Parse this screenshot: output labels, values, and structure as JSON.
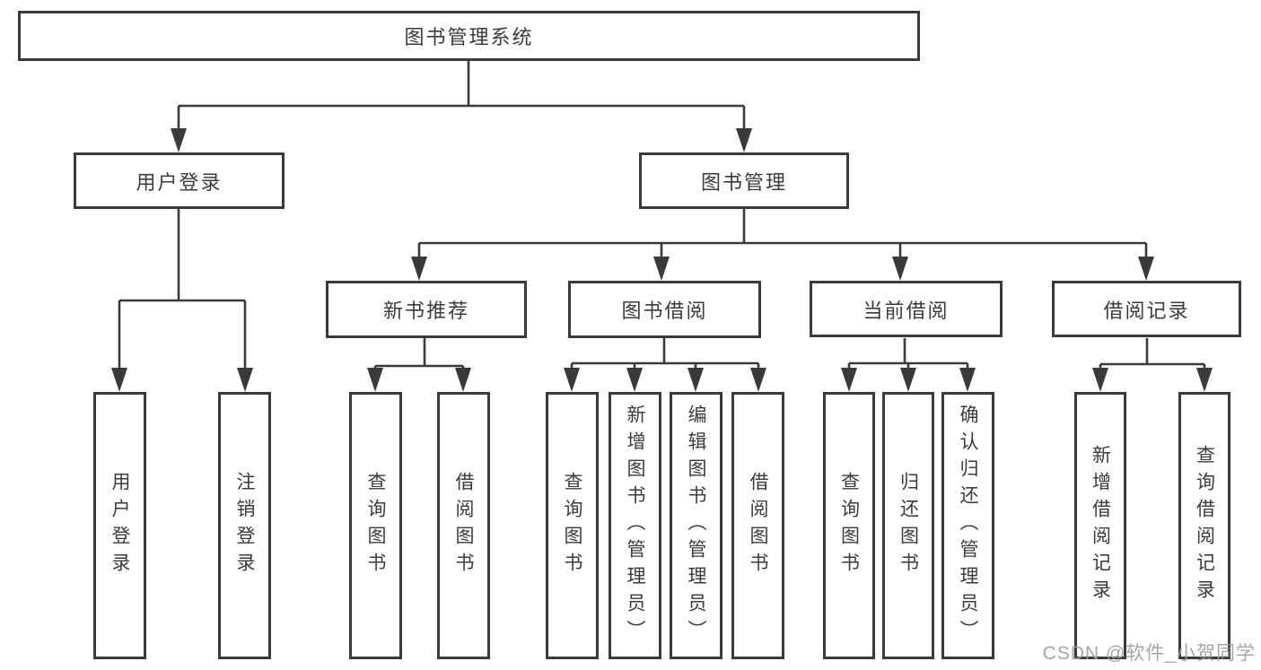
{
  "colors": {
    "line": "#3a3a3a",
    "box_border": "#3a3a3a",
    "text": "#3b3b3b",
    "box_background": "#ffffff",
    "watermark_gray": "#9e9e9e"
  },
  "watermark": {
    "text": "CSDN @软件_小贺同学"
  },
  "tree": {
    "root": {
      "label": "图书管理系统",
      "children": [
        {
          "label": "用户登录",
          "children": [
            {
              "label": "用户登录"
            },
            {
              "label": "注销登录"
            }
          ]
        },
        {
          "label": "图书管理",
          "children": [
            {
              "label": "新书推荐",
              "children": [
                {
                  "label": "查询图书"
                },
                {
                  "label": "借阅图书"
                }
              ]
            },
            {
              "label": "图书借阅",
              "children": [
                {
                  "label": "查询图书"
                },
                {
                  "label": "新增图书（管理员）"
                },
                {
                  "label": "编辑图书（管理员）"
                },
                {
                  "label": "借阅图书"
                }
              ]
            },
            {
              "label": "当前借阅",
              "children": [
                {
                  "label": "查询图书"
                },
                {
                  "label": "归还图书"
                },
                {
                  "label": "确认归还（管理员）"
                }
              ]
            },
            {
              "label": "借阅记录",
              "children": [
                {
                  "label": "新增借阅记录"
                },
                {
                  "label": "查询借阅记录"
                }
              ]
            }
          ]
        }
      ]
    }
  }
}
